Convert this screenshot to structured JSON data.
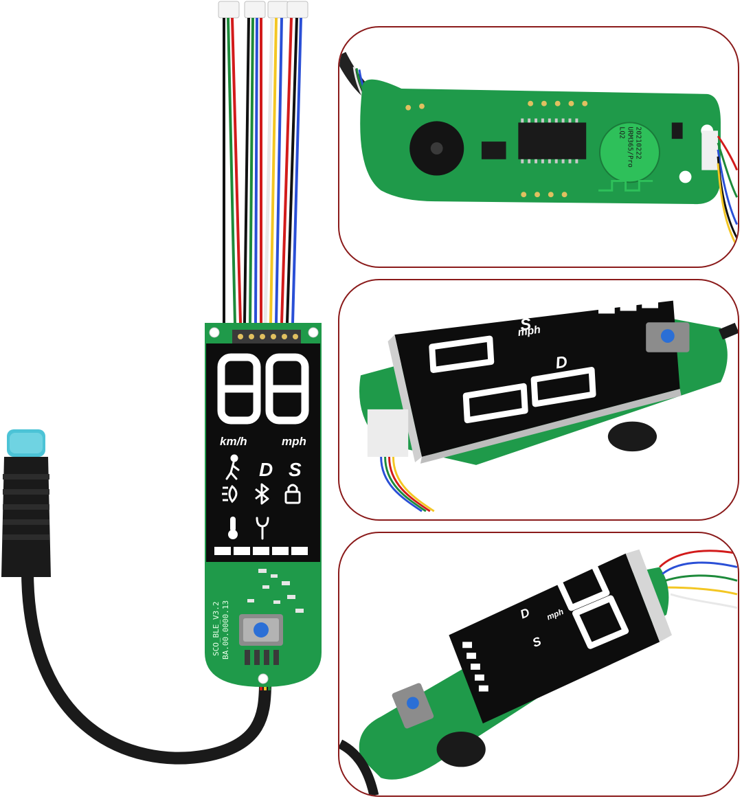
{
  "display": {
    "speed_unit_kmh": "km/h",
    "speed_unit_mph": "mph",
    "mode_d": "D",
    "mode_s": "S"
  },
  "pcb_labels": {
    "model": "SCO_BLE_V3.2",
    "part_number": "BA.00.0000.13",
    "chip_line1": "LQ2",
    "chip_line2": "URM365/Pro",
    "chip_line3": "20210222"
  },
  "icons": {
    "walk": "walking-person-icon",
    "headlight": "headlight-icon",
    "bluetooth": "bluetooth-icon",
    "lock": "padlock-icon",
    "temperature": "thermometer-icon",
    "wrench": "wrench-icon"
  },
  "colors": {
    "pcb_green": "#1f9a4a",
    "lcd_black": "#0d0d0d",
    "connector_blue": "#4cc3d6",
    "frame_red": "#8a1a1a"
  }
}
